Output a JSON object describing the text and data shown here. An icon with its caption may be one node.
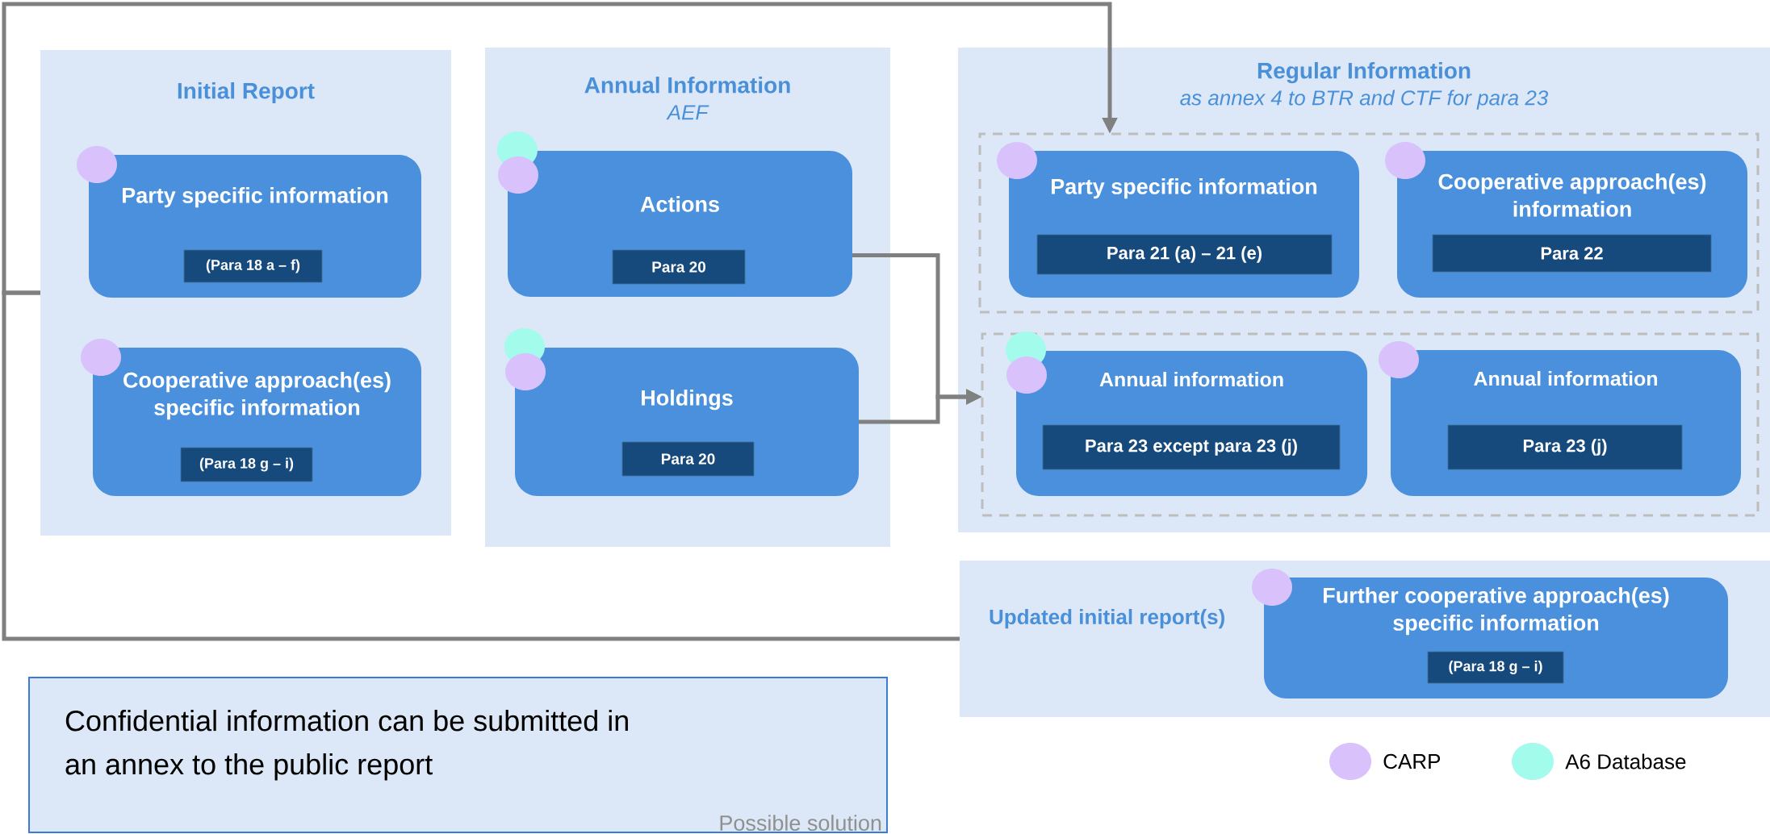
{
  "diagram": {
    "nodes": [
      {
        "text": [
          "Initial Report"
        ]
      },
      {
        "text": [
          "Party specific information"
        ],
        "in": 0
      },
      {
        "text": [
          "(Para 18 a – f)"
        ],
        "in": 1
      },
      {
        "text": [
          "Cooperative approach(es) specific information"
        ],
        "in": 0
      },
      {
        "text": [
          "(Para 18 g – i)"
        ],
        "in": 3
      },
      {
        "text": [
          "Annual Information",
          "AEF"
        ]
      },
      {
        "text": [
          "Actions"
        ],
        "in": 5
      },
      {
        "text": [
          "Para 20"
        ],
        "in": 6
      },
      {
        "text": [
          "Holdings"
        ],
        "in": 5
      },
      {
        "text": [
          "Para 20"
        ],
        "in": 8
      },
      {
        "text": [
          "Regular Information",
          "as annex 4 to BTR and CTF for para 23"
        ]
      },
      {
        "text": [],
        "shape": "box",
        "in": 10
      },
      {
        "text": [
          "Party specific information"
        ],
        "in": 11
      },
      {
        "text": [
          "Para 21 (a) – 21 (e)"
        ],
        "in": 12
      },
      {
        "text": [
          "Cooperative approach(es) information"
        ],
        "in": 11
      },
      {
        "text": [
          "Para 22"
        ],
        "in": 14
      },
      {
        "text": [],
        "shape": "box",
        "in": 10
      },
      {
        "text": [
          "Annual information"
        ],
        "in": 16
      },
      {
        "text": [
          "Para 23 except para 23 (j)"
        ],
        "in": 17
      },
      {
        "text": [
          "Annual information"
        ],
        "in": 16
      },
      {
        "text": [
          "Para 23 (j)"
        ],
        "in": 19
      },
      {
        "text": [
          "Updated initial report(s)"
        ]
      },
      {
        "text": [
          "Further cooperative approach(es) specific information"
        ],
        "in": 21
      },
      {
        "text": [
          "(Para 18 g – i)"
        ],
        "in": 22
      },
      {
        "text": [
          "Confidential information can be submitted in an annex to the public report",
          "Possible solution"
        ]
      }
    ],
    "edges": [
      {
        "from": 0,
        "to": 11,
        "arrow": "to"
      },
      {
        "from": 0,
        "to": 21,
        "arrow": "none"
      },
      {
        "from": 6,
        "to": 16,
        "arrow": "to"
      },
      {
        "from": 8,
        "to": 16,
        "arrow": "to"
      }
    ],
    "legend": [
      {
        "text": "CARP",
        "color": "#d9c2fc"
      },
      {
        "text": "A6 Database",
        "color": "#a3fbec"
      }
    ]
  }
}
